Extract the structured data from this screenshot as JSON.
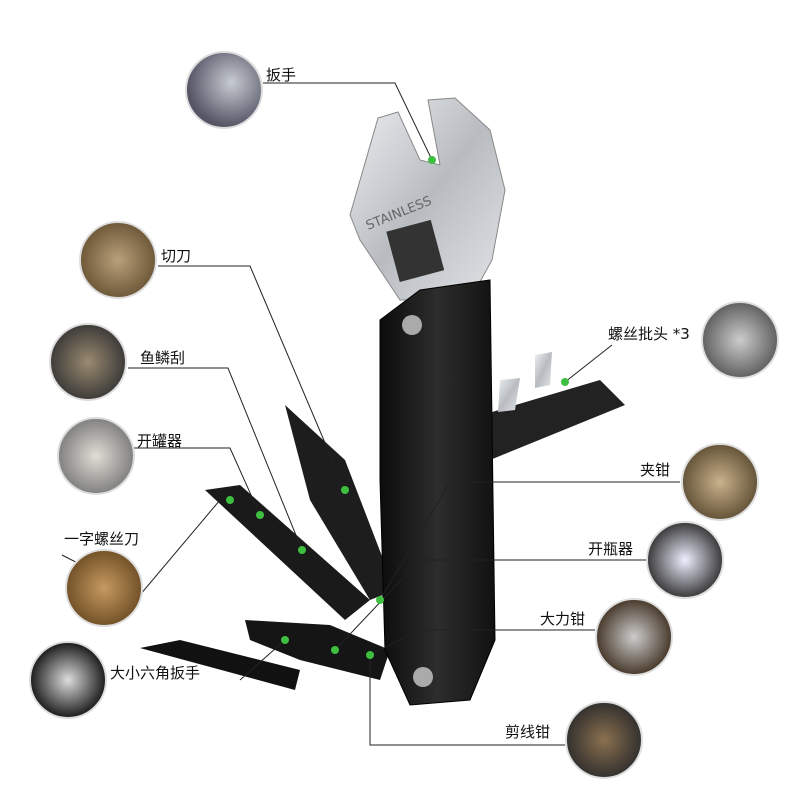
{
  "product": {
    "engraving": "STAINLESS",
    "colors": {
      "handle": "#1a1a1a",
      "steel": "#c9ccd0",
      "marker": "#3fbf3f"
    }
  },
  "callouts": [
    {
      "id": "wrench",
      "label": "扳手"
    },
    {
      "id": "knife",
      "label": "切刀"
    },
    {
      "id": "scaler",
      "label": "鱼鳞刮"
    },
    {
      "id": "can-opener",
      "label": "开罐器"
    },
    {
      "id": "flat-screwdriver",
      "label": "一字螺丝刀"
    },
    {
      "id": "hex-wrench",
      "label": "大小六角扳手"
    },
    {
      "id": "screw-bits",
      "label": "螺丝批头 *3"
    },
    {
      "id": "clamp",
      "label": "夹钳"
    },
    {
      "id": "bottle-opener",
      "label": "开瓶器"
    },
    {
      "id": "locking-pliers",
      "label": "大力钳"
    },
    {
      "id": "wire-cutter",
      "label": "剪线钳"
    }
  ]
}
